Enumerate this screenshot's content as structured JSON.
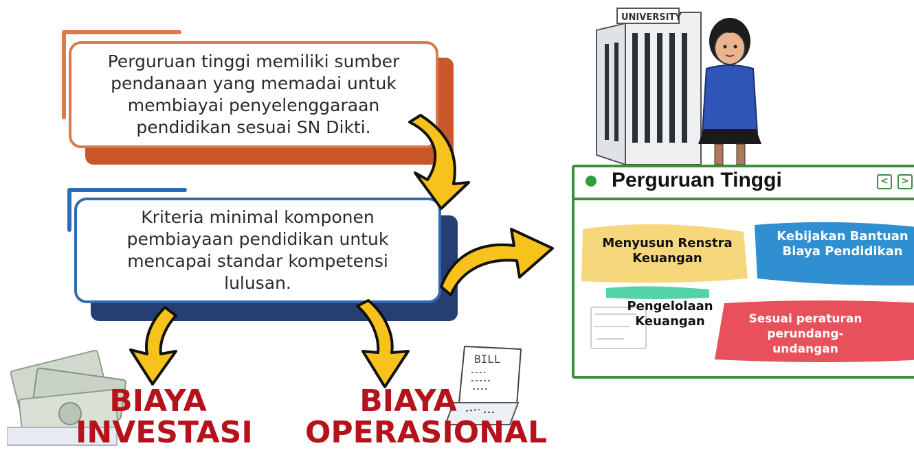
{
  "cards": {
    "top": {
      "text": "Perguruan tinggi memiliki sumber pendanaan yang memadai untuk membiayai penyelenggaraan pendidikan sesuai SN Dikti.",
      "border_color": "#d97a4a",
      "shadow_color": "#c8572a"
    },
    "middle": {
      "text": "Kriteria minimal komponen pembiayaan pendidikan untuk mencapai standar kompetensi lulusan.",
      "border_color": "#2d6bb5",
      "shadow_color": "#263f73"
    }
  },
  "outputs": {
    "investasi": "BIAYA\nINVESTASI",
    "operasional": "BIAYA\nOPERASIONAL"
  },
  "bill_text": "BILL",
  "building_sign": "UNIVERSITY",
  "window": {
    "title": "Perguruan Tinggi",
    "prev_icon": "<",
    "next_icon": ">",
    "items": [
      {
        "label": "Menyusun Renstra Keuangan",
        "color": "#f6d77c",
        "text_color": "#111111"
      },
      {
        "label": "Kebijakan Bantuan Biaya Pendidikan",
        "color": "#2f8fd0",
        "text_color": "#ffffff"
      },
      {
        "label": "Pengelolaan Keuangan",
        "color": "#55d3a8",
        "text_color": "#111111"
      },
      {
        "label": "Sesuai peraturan perundang-undangan",
        "color": "#e8505b",
        "text_color": "#ffffff"
      }
    ]
  },
  "colors": {
    "arrow_fill": "#f7c21b",
    "arrow_outline": "#111111",
    "label_red": "#b5121b",
    "window_green": "#3c8f3c"
  }
}
